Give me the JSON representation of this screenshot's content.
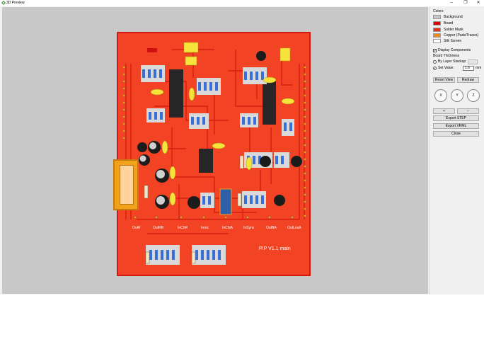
{
  "window": {
    "title": "3D Preview",
    "controls": {
      "minimize": "–",
      "maximize": "❐",
      "close": "✕"
    }
  },
  "colors": {
    "heading": "Colors",
    "items": [
      {
        "label": "Background",
        "color": "#c8c8c8"
      },
      {
        "label": "Board",
        "color": "#e00000"
      },
      {
        "label": "Solder Mask",
        "color": "#e83020"
      },
      {
        "label": "Copper (Pads/Traces)",
        "color": "#f08a1a"
      },
      {
        "label": "Silk Screen",
        "color": "#ffffff"
      }
    ]
  },
  "display_components": {
    "label": "Display Components",
    "checked": true
  },
  "board_thickness": {
    "heading": "Board Thickness",
    "by_layer_stackup": "By Layer Stackup",
    "set_value": "Set Value:",
    "value": "1.6",
    "unit": "mm",
    "selected": "set_value"
  },
  "buttons": {
    "reset_view": "Reset View",
    "redraw": "Redraw",
    "export_step": "Export STEP",
    "export_vrml": "Export VRML",
    "close": "Close"
  },
  "axes": {
    "x": "X",
    "y": "Y",
    "z": "Z"
  },
  "zoom": {
    "zoom_in": "+",
    "zoom_out": "−"
  },
  "pcb": {
    "silk_title": "PIP V1.1 main",
    "connector_labels": [
      "OutR",
      "OutRB",
      "InChR",
      "Inrec",
      "InChlA",
      "InSync",
      "OutBA",
      "OutLeaA"
    ],
    "colors": {
      "mask": "#f24424",
      "trace": "#d81c10",
      "pad": "#f2a21a",
      "silk": "#ffffff",
      "ic": "#262626",
      "cap": "#f5e23a"
    }
  }
}
